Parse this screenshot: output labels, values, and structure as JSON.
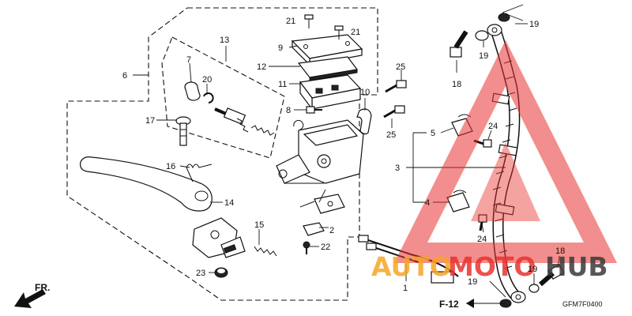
{
  "diagram": {
    "labels": {
      "l2": "2",
      "l3": "3",
      "l4": "4",
      "l5": "5",
      "l6": "6",
      "l7": "7",
      "l8": "8",
      "l9": "9",
      "l10": "10",
      "l11": "11",
      "l12": "12",
      "l13": "13",
      "l14": "14",
      "l15": "15",
      "l16": "16",
      "l17": "17",
      "l18a": "18",
      "l18b": "18",
      "l19a": "19",
      "l19b": "19",
      "l19c": "19",
      "l19d": "19",
      "l20": "20",
      "l21a": "21",
      "l21b": "21",
      "l22": "22",
      "l23": "23",
      "l24a": "24",
      "l24b": "24",
      "l25a": "25",
      "l25b": "25",
      "l1": "1"
    },
    "fr_label": "FR.",
    "ref_label": "F-12",
    "code": "GFM7F0400"
  },
  "watermark": {
    "text_part1": "AUTO",
    "text_part2": "MOTO",
    "text_part3": "HUB",
    "color_red": "#e8322f",
    "color_orange": "#f5a623",
    "color_dark": "#3a3a3a"
  }
}
